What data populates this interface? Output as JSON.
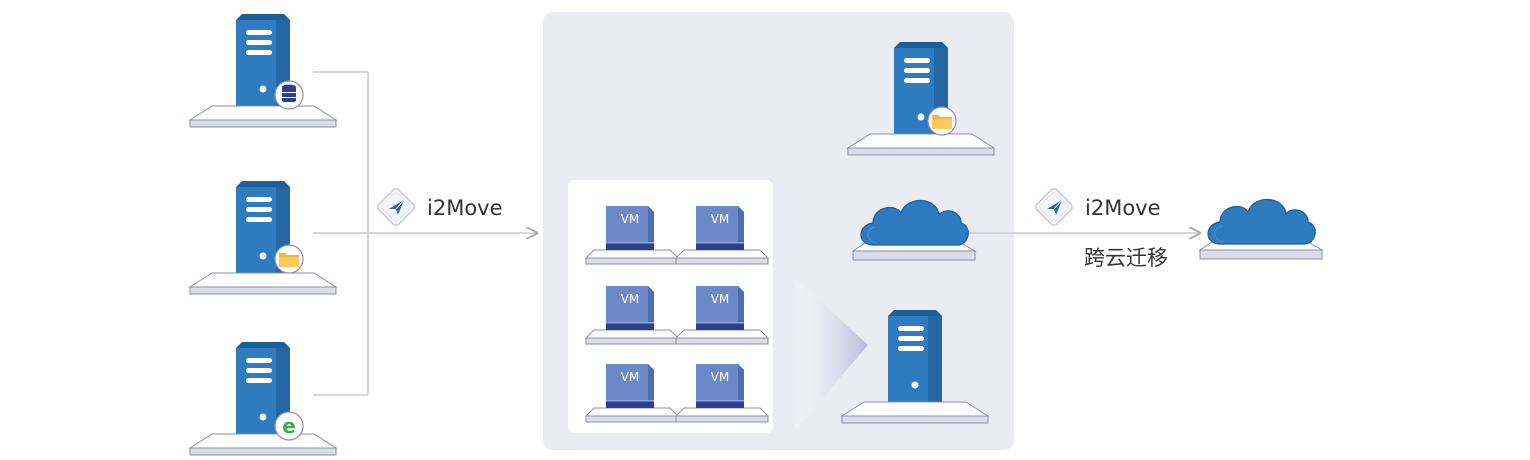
{
  "migration_left": {
    "tool_label": "i2Move"
  },
  "migration_right": {
    "tool_label": "i2Move",
    "caption": "跨云迁移"
  },
  "vm_grid": {
    "vm_labels": [
      "VM",
      "VM",
      "VM",
      "VM",
      "VM",
      "VM"
    ]
  },
  "colors": {
    "server_blue": "#2e7bbf",
    "vm_blue": "#6b89c7",
    "panel_bg": "#ebebf3",
    "base_gray": "#dcdce6",
    "folder_orange": "#f8b43a",
    "db_navy": "#2c3e8c",
    "ie_green": "#3fae49",
    "line_gray": "#cccccc"
  },
  "icons": [
    "server-icon",
    "database-badge-icon",
    "folder-badge-icon",
    "ie-browser-badge-icon",
    "cloud-icon",
    "vm-icon",
    "i2move-logo-icon",
    "arrow-icon"
  ]
}
